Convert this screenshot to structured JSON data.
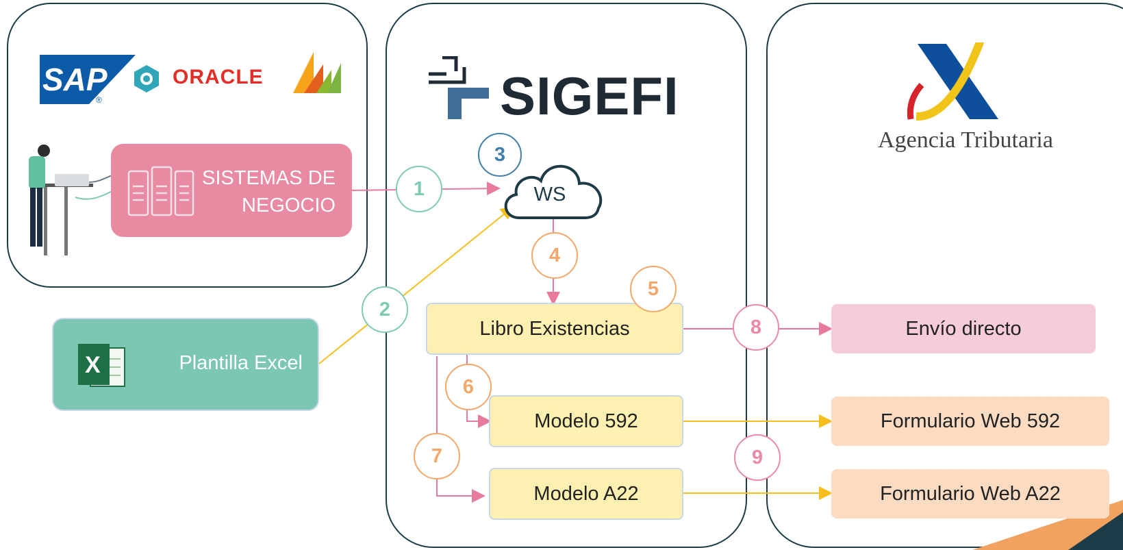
{
  "logos": {
    "sap": "SAP",
    "sap_reg": "®",
    "oracle": "ORACLE",
    "sigefi": "SIGEFI",
    "aeat": "Agencia Tributaria"
  },
  "nodes": {
    "sistemas_line1": "SISTEMAS DE",
    "sistemas_line2": "NEGOCIO",
    "excel": "Plantilla Excel",
    "ws": "WS",
    "libro": "Libro Existencias",
    "modelo592": "Modelo 592",
    "modeloA22": "Modelo A22",
    "envio": "Envío directo",
    "form592": "Formulario Web 592",
    "formA22": "Formulario Web A22"
  },
  "steps": [
    "1",
    "2",
    "3",
    "4",
    "5",
    "6",
    "7",
    "8",
    "9"
  ],
  "colors": {
    "panel_border": "#1d3b46",
    "pink_box": "#e88aa2",
    "green_box": "#7cc7b4",
    "yellow_box": "#fdf0b0",
    "peach_box": "#fbdcc2",
    "light_pink_box": "#f6ccd8",
    "pink_arrow": "#e87b9b",
    "yellow_arrow": "#f6bf1e",
    "sap_blue": "#0c5ba8",
    "oracle_red": "#e52d27",
    "sigefi_dark": "#1f2a35",
    "aeat_blue": "#0e4f9b",
    "aeat_yellow": "#f0c419",
    "aeat_red": "#d42329"
  }
}
